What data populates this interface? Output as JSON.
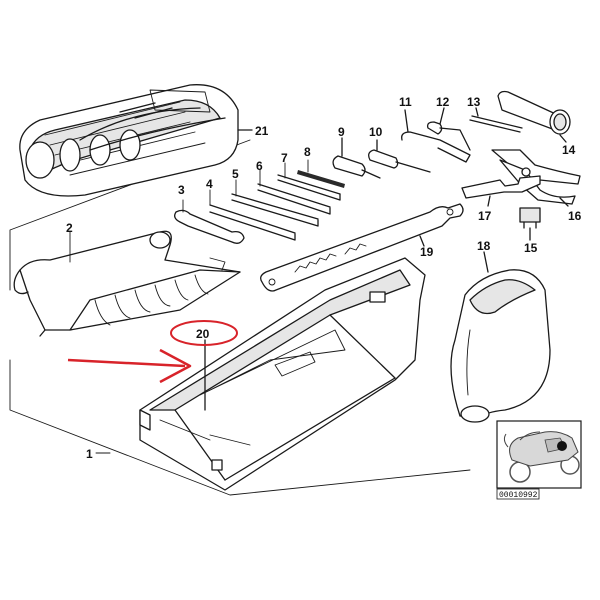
{
  "labels": {
    "p1": "1",
    "p2": "2",
    "p3": "3",
    "p4": "4",
    "p5": "5",
    "p6": "6",
    "p7": "7",
    "p8": "8",
    "p9": "9",
    "p10": "10",
    "p11": "11",
    "p12": "12",
    "p13": "13",
    "p14": "14",
    "p15": "15",
    "p16": "16",
    "p17": "17",
    "p18": "18",
    "p19": "19",
    "p20": "20",
    "p21": "21"
  },
  "diagram_code": "00010992",
  "highlight": {
    "part": "20",
    "color": "#d8232a"
  },
  "icons": {
    "motorcycle": "motorcycle-locator-icon"
  }
}
